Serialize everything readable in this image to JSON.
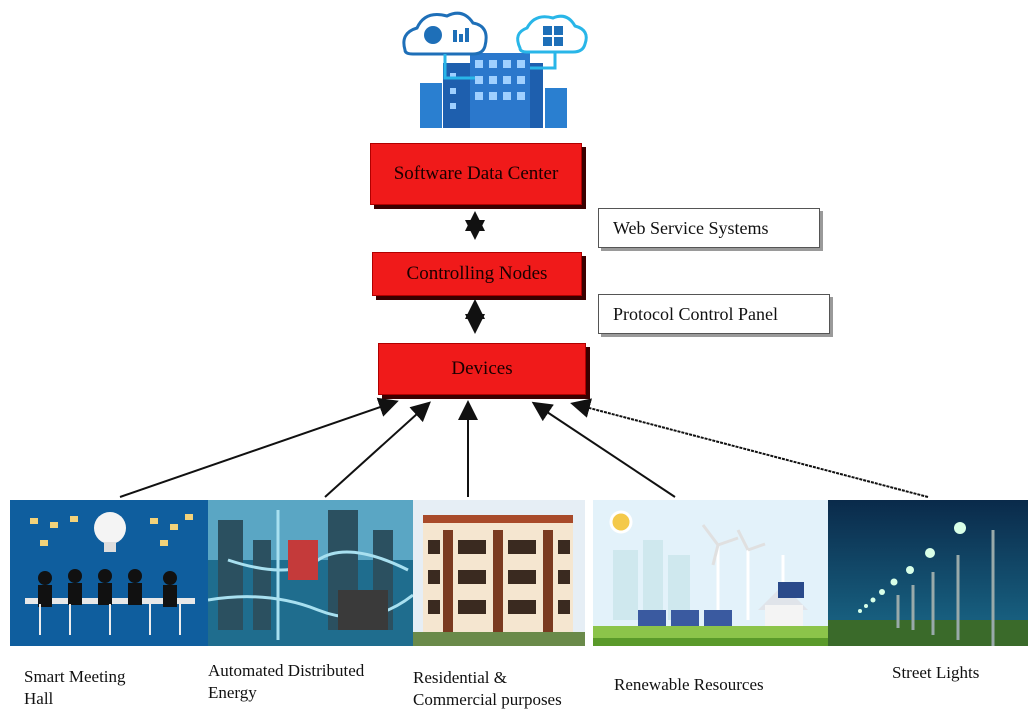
{
  "hierarchy": {
    "top_box": "Software Data Center",
    "middle_box": "Controlling Nodes",
    "bottom_box": "Devices"
  },
  "side_labels": {
    "upper": "Web Service Systems",
    "lower": "Protocol Control Panel"
  },
  "sources": [
    {
      "label": "Smart Meeting Hall",
      "icon": "meeting-hall-image"
    },
    {
      "label": "Automated Distributed Energy",
      "icon": "distributed-energy-image"
    },
    {
      "label": "Residential & Commercial purposes",
      "icon": "residential-building-image"
    },
    {
      "label": "Renewable Resources",
      "icon": "renewable-resources-image"
    },
    {
      "label": "Street Lights",
      "icon": "street-lights-image"
    }
  ],
  "colors": {
    "box": "#f01a1a",
    "cloud": "#1e6fb8"
  }
}
